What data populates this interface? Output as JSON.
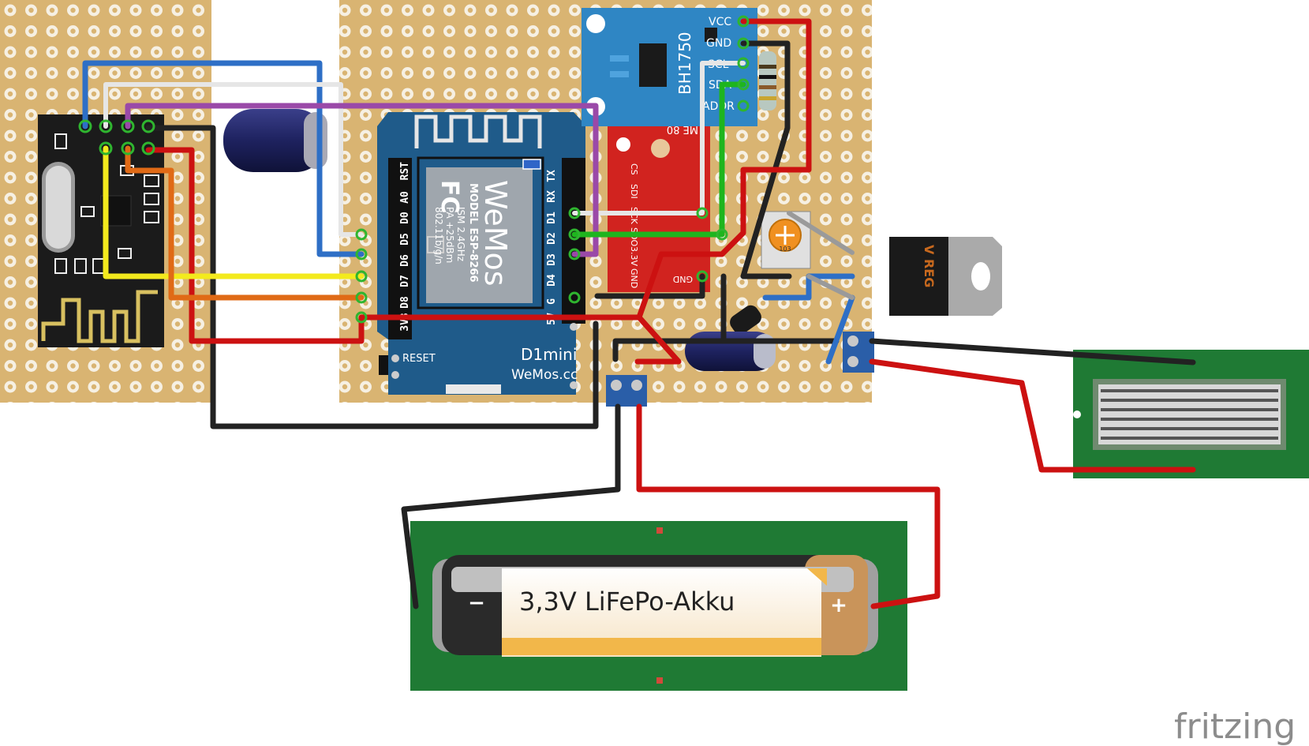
{
  "diagram": {
    "bh1750": {
      "name": "BH1750",
      "pins": [
        "VCC",
        "GND",
        "SCL",
        "SDA",
        "ADDR"
      ]
    },
    "bme280": {
      "top_label": "ME 80",
      "pins": [
        "CS",
        "SDI",
        "SCK",
        "SDO",
        "3.3V",
        "GND"
      ],
      "gnd_label": "GND"
    },
    "wemos": {
      "model_lines": [
        "MODEL ESP-8266",
        "ISM 2.4GHz",
        "PA +25dBm",
        "802.11b/g/n"
      ],
      "fc": "FC",
      "brand": "WeMos",
      "left_pins": [
        "RST",
        "A0",
        "D0",
        "D5",
        "D6",
        "D7",
        "D8",
        "3V3"
      ],
      "right_pins": [
        "TX",
        "RX",
        "D1",
        "D2",
        "D3",
        "D4",
        "G",
        "5V"
      ],
      "reset_label": "RESET",
      "board_name": "D1mini",
      "website": "WeMos.cc"
    },
    "vreg": {
      "label": "V REG"
    },
    "potentiometer": {
      "label": "103"
    },
    "battery": {
      "label": "3,3V LiFePo-Akku",
      "minus": "−",
      "plus": "+"
    },
    "footer": {
      "logo": "fritzing"
    },
    "colors": {
      "perfboard": "#d9b472",
      "hole": "#f6f0e3",
      "wemos_blue": "#1f5b8a",
      "bh1750_blue": "#2f86c4",
      "bme_red": "#d1231f",
      "nrf_black": "#1b1b1b",
      "green_board": "#1f7a34",
      "wire_red": "#cc1111",
      "wire_black": "#222222",
      "wire_blue": "#2e6fc6",
      "wire_white": "#e6e6e6",
      "wire_yellow": "#f3ea1d",
      "wire_orange": "#e06a16",
      "wire_purple": "#9a49a8",
      "wire_green": "#1eb51e",
      "wire_grey": "#9a9a9a"
    }
  }
}
